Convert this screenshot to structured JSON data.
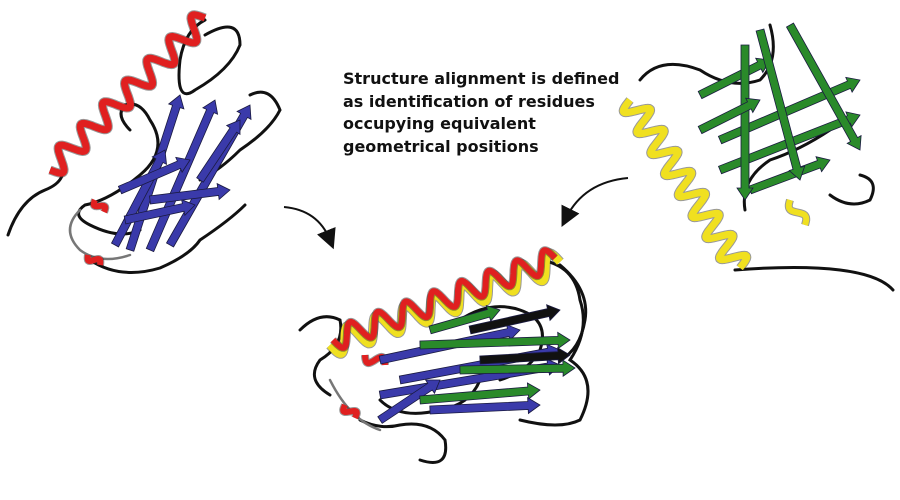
{
  "caption": {
    "lines": [
      "Structure alignment is defined",
      "as identification of residues",
      "occupying equivalent",
      "geometrical positions"
    ]
  },
  "structures": [
    {
      "name": "protein-structure-1",
      "helix_color": "#e02020",
      "strand_color": "#3a3aaa",
      "coil_color": "#111111"
    },
    {
      "name": "protein-structure-2",
      "helix_color": "#f0e020",
      "strand_color": "#2a8a2a",
      "coil_color": "#111111"
    },
    {
      "name": "superposition",
      "helix_color": "#e02020",
      "strand_color": "#3a3aaa",
      "coil_color": "#111111"
    }
  ]
}
